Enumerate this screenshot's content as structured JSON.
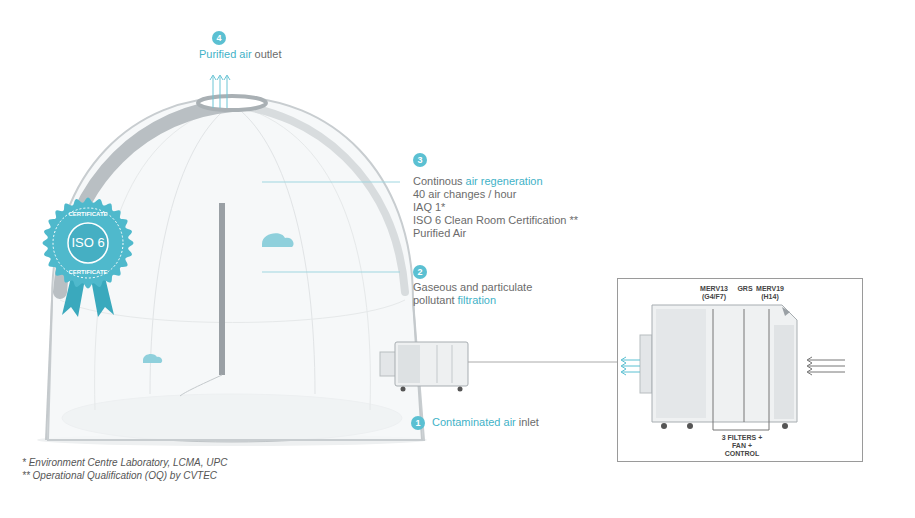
{
  "diagram": {
    "nodes": [
      {
        "text": [
          "CERTIFICATE",
          "ISO 6",
          "CERTIFICATE"
        ]
      },
      {
        "text": [
          "MERV13 (G4/F7)",
          "GRS",
          "MERV19 (H14)",
          "3 FILTERS + FAN + CONTROL"
        ]
      }
    ],
    "labels": [
      "4",
      "Purified air",
      "outlet",
      "3",
      "Continous",
      "air regeneration",
      "40 air changes / hour",
      "IAQ 1*",
      "ISO 6 Clean Room Certification **",
      "Purified Air",
      "2",
      "Gaseous and particulate pollutant",
      "filtration",
      "1",
      "Contaminated air",
      "inlet",
      "* Environment Centre Laboratory, LCMA, UPC",
      "** Operational Qualification (OQ) by CVTEC"
    ]
  }
}
